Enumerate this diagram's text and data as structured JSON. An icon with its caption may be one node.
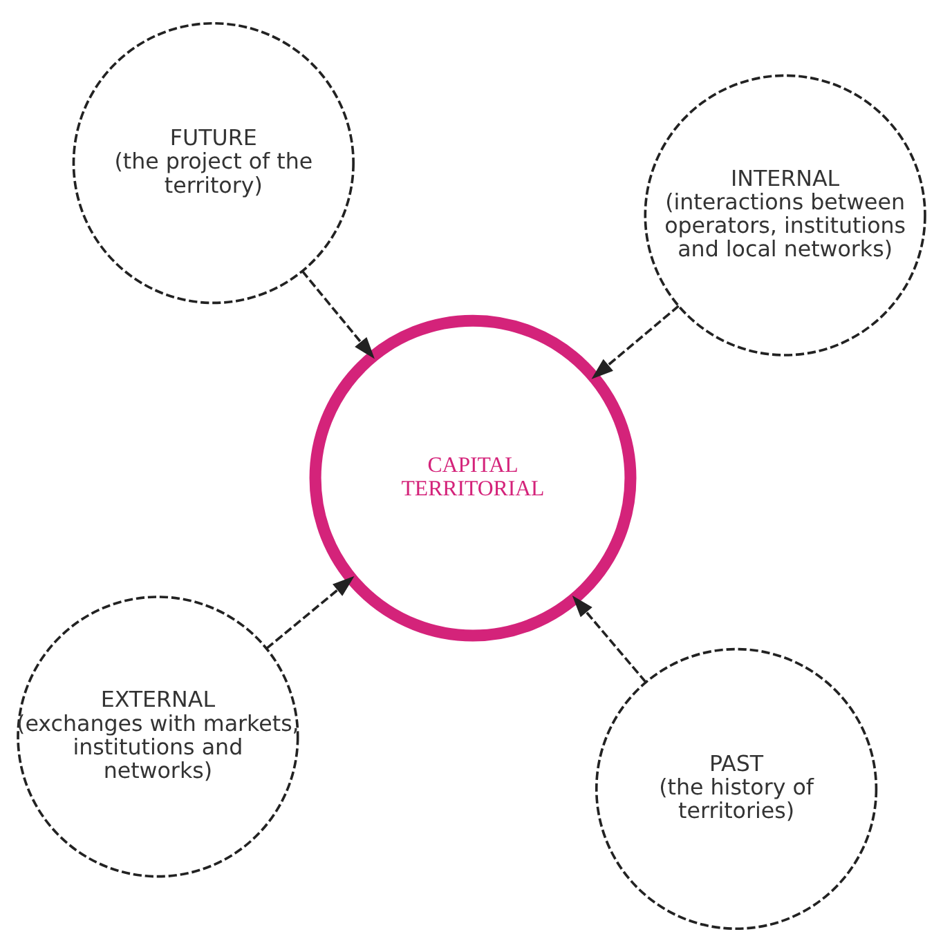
{
  "diagram": {
    "nodes": [
      {
        "text": [
          "EXTERNAL",
          "(exchanges with markets, institutions and networks)"
        ]
      },
      {
        "text": [
          "PAST",
          "(the history of territories)"
        ]
      },
      {
        "text": [
          "CAPITAL TERRITORIAL"
        ]
      },
      {
        "text": [
          "FUTURE",
          "(the project of the territory)"
        ]
      },
      {
        "text": [
          "INTERNAL",
          "(interactions between operators, institutions and local networks)"
        ]
      }
    ],
    "edges": [
      {
        "from": 0,
        "to": 2,
        "arrow": "to",
        "style": "dashed"
      },
      {
        "from": 1,
        "to": 2,
        "arrow": "to",
        "style": "dashed"
      },
      {
        "from": 3,
        "to": 2,
        "arrow": "to",
        "style": "dashed"
      },
      {
        "from": 4,
        "to": 2,
        "arrow": "to",
        "style": "dashed"
      }
    ]
  }
}
